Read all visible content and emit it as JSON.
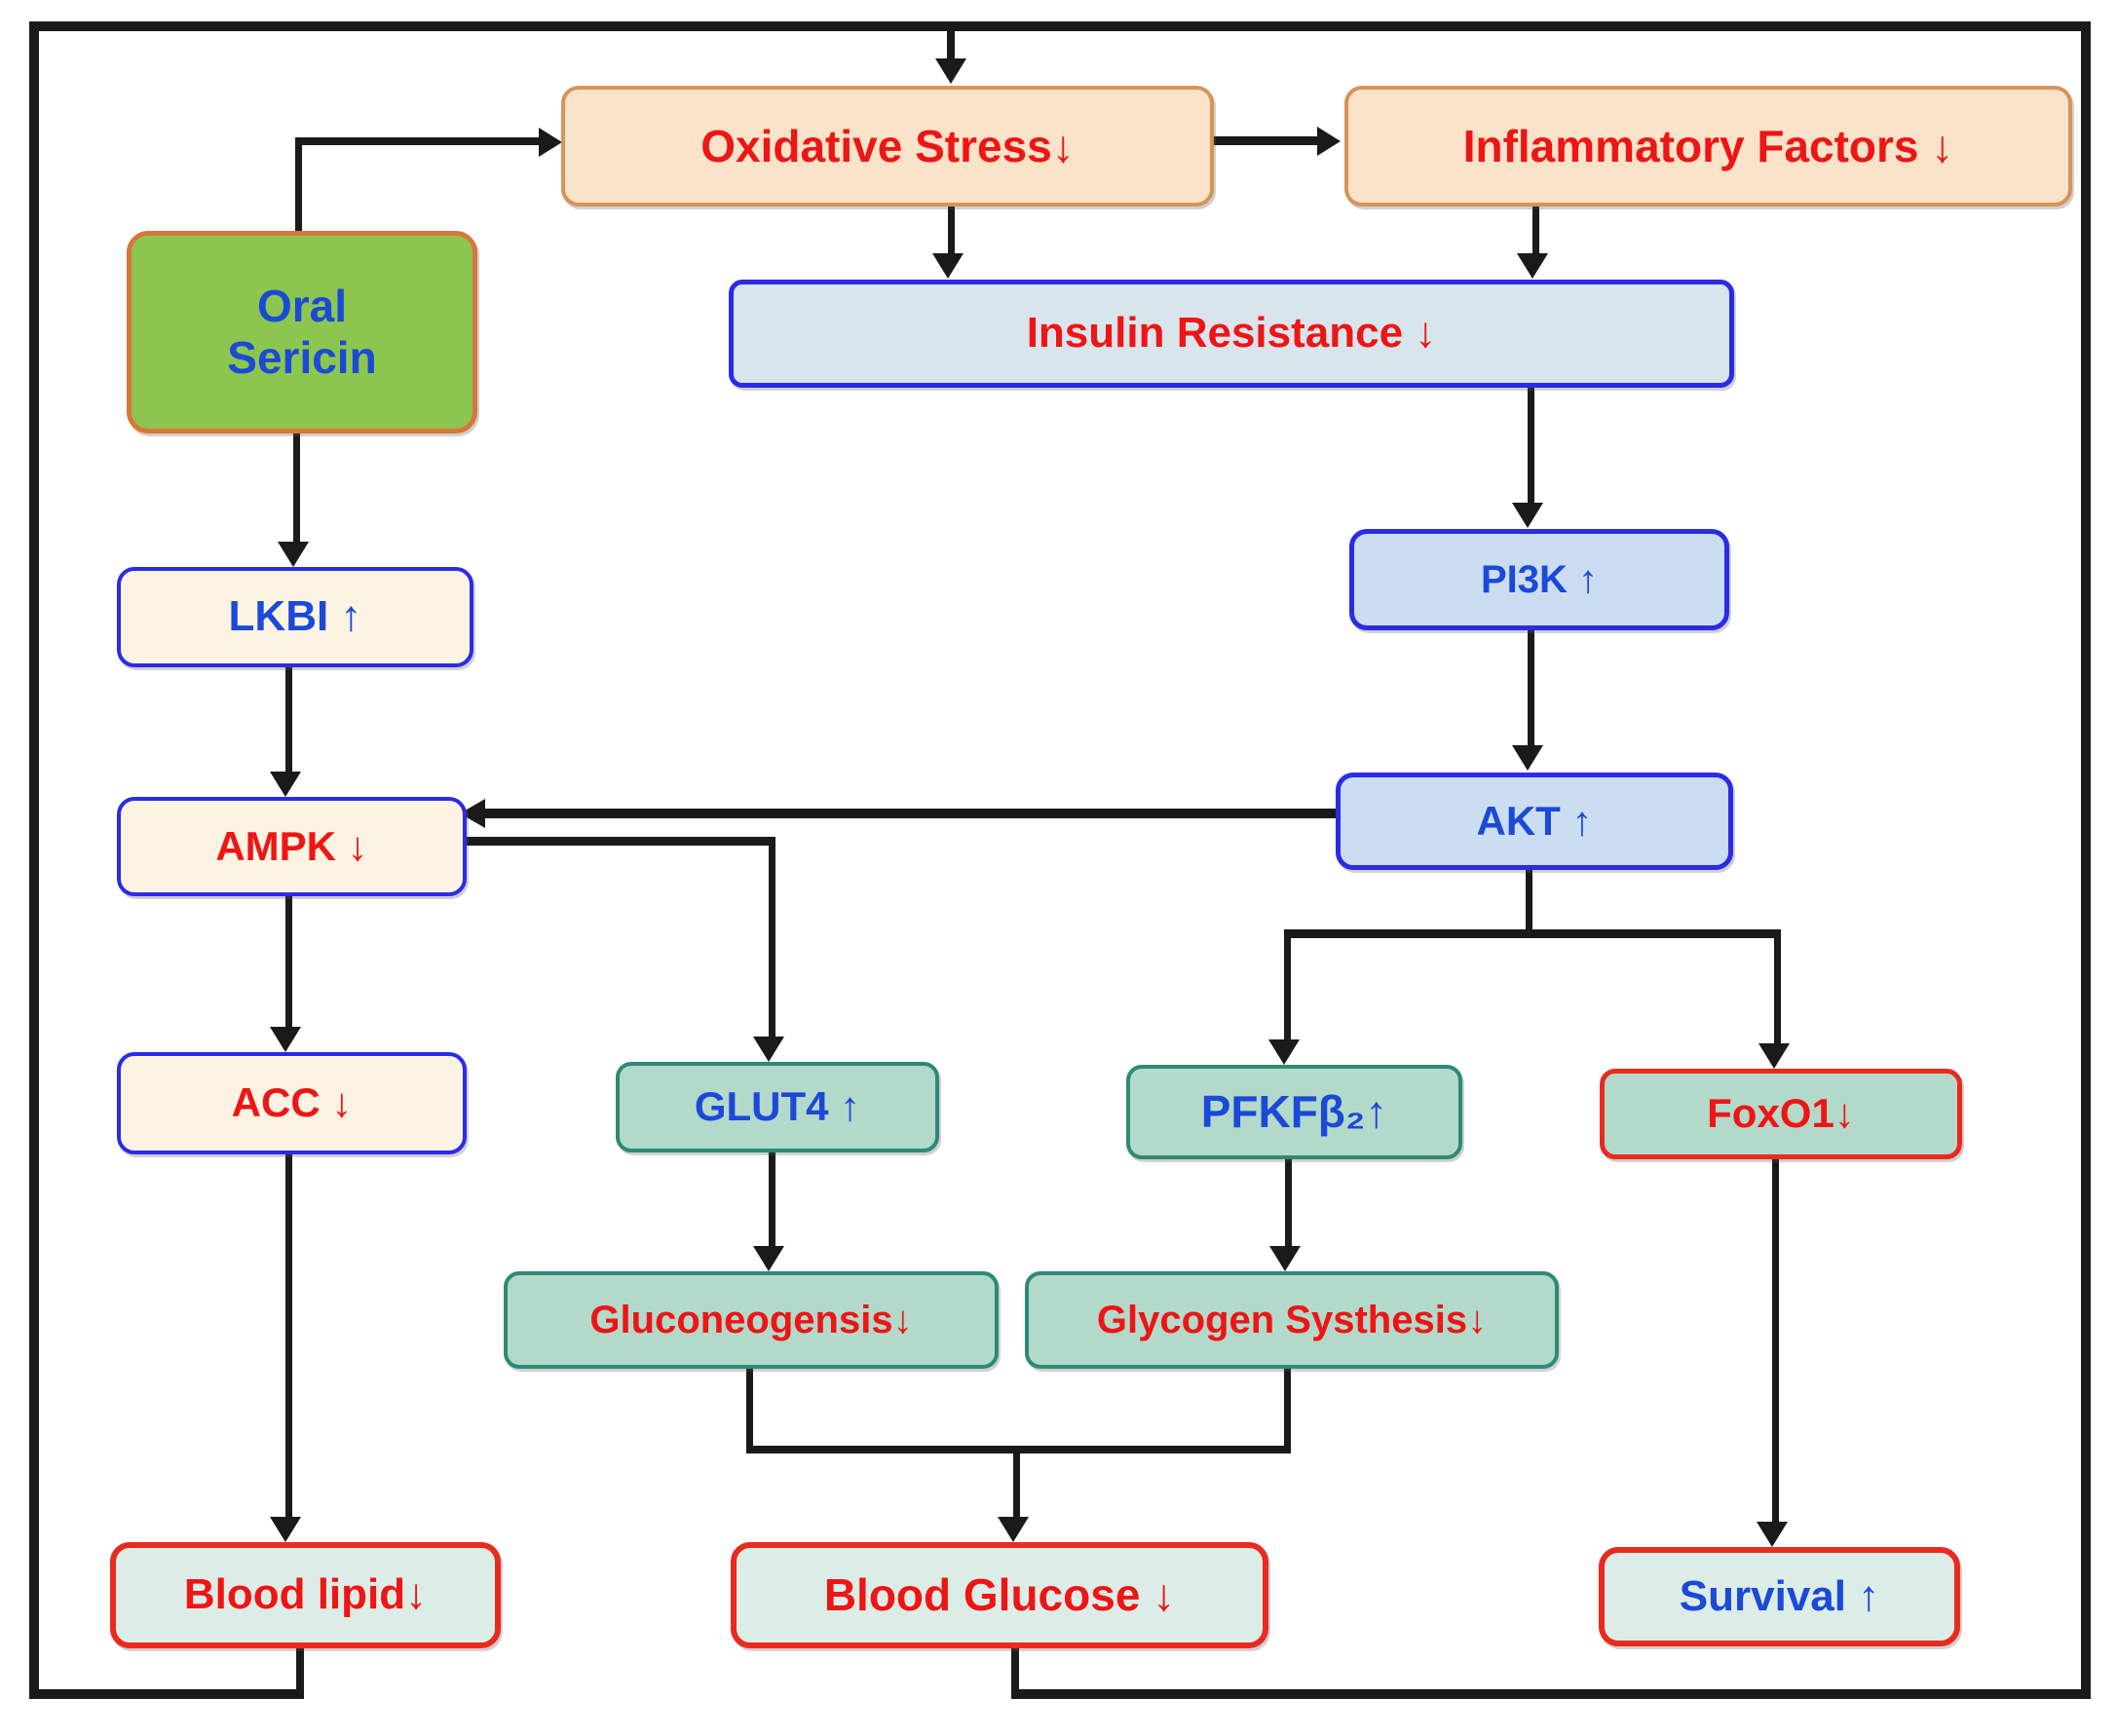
{
  "meta": {
    "title": "Oral Sericin mechanism flowchart"
  },
  "nodes": {
    "oxidative_stress": {
      "label": "Oxidative Stress↓"
    },
    "inflammatory_factors": {
      "label": "Inflammatory Factors ↓"
    },
    "oral_sericin": {
      "line1": "Oral",
      "line2": "Sericin"
    },
    "insulin_resistance": {
      "label": "Insulin Resistance ↓"
    },
    "lkbi": {
      "label": "LKBI ↑"
    },
    "pi3k": {
      "label": "PI3K ↑"
    },
    "ampk": {
      "label": "AMPK ↓"
    },
    "akt": {
      "label": "AKT ↑"
    },
    "acc": {
      "label": "ACC ↓"
    },
    "glut4": {
      "label": "GLUT4 ↑"
    },
    "pfkfb2": {
      "label": "PFKFβ₂↑"
    },
    "foxo1": {
      "label": "FoxO1↓"
    },
    "gluconeogensis": {
      "label": "Gluconeogensis↓"
    },
    "glycogen_systhesis": {
      "label": "Glycogen Systhesis↓"
    },
    "blood_lipid": {
      "label": "Blood lipid↓"
    },
    "blood_glucose": {
      "label": "Blood Glucose ↓"
    },
    "survival": {
      "label": "Survival ↑"
    }
  },
  "colors": {
    "line": "#1a1a1a",
    "peach_fill": "#fae3c8",
    "peach_border": "#d49559",
    "green_fill": "#8cc64e",
    "green_border": "#d9763b",
    "insulin_fill": "#d8e5ec",
    "blue_border": "#2b2be8",
    "periwinkle_fill": "#cbddf1",
    "cream_fill": "#fdf3e2",
    "teal_fill": "#b3d9cb",
    "teal_border": "#2e8977",
    "mint_fill": "#dcede7",
    "red_border": "#ea2a1f",
    "red_text": "#ee1515",
    "blue_text": "#1b49d8"
  }
}
